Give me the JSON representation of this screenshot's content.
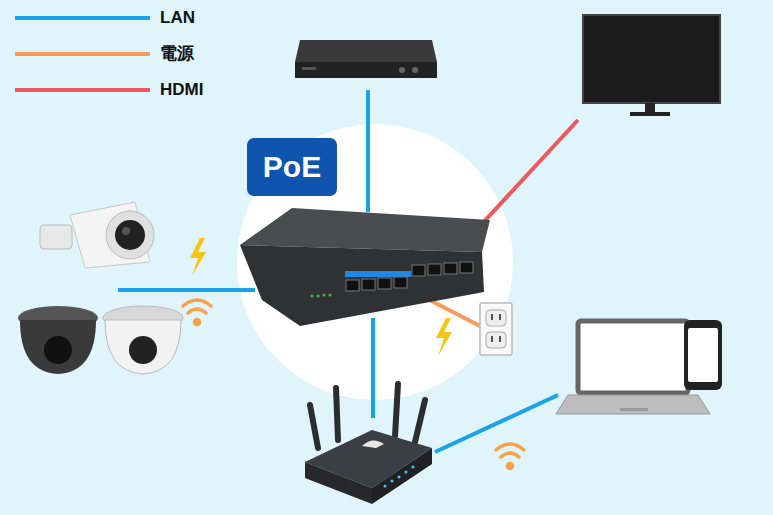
{
  "diagram": {
    "nodes": [
      {
        "text": [
          "PoE"
        ]
      }
    ],
    "legend": [
      {
        "text": "LAN"
      },
      {
        "text": "電源"
      },
      {
        "text": "HDMI"
      }
    ]
  }
}
